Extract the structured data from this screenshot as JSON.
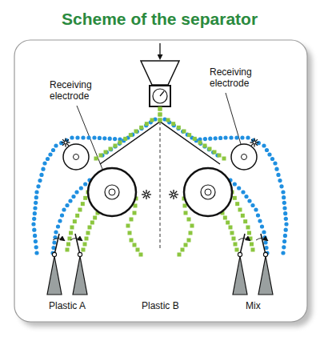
{
  "diagram": {
    "title": "Scheme of the separator",
    "labels": [
      "Receiving electrode",
      "Receiving electrode",
      "Plastic A",
      "Plastic B",
      "Mix"
    ]
  }
}
